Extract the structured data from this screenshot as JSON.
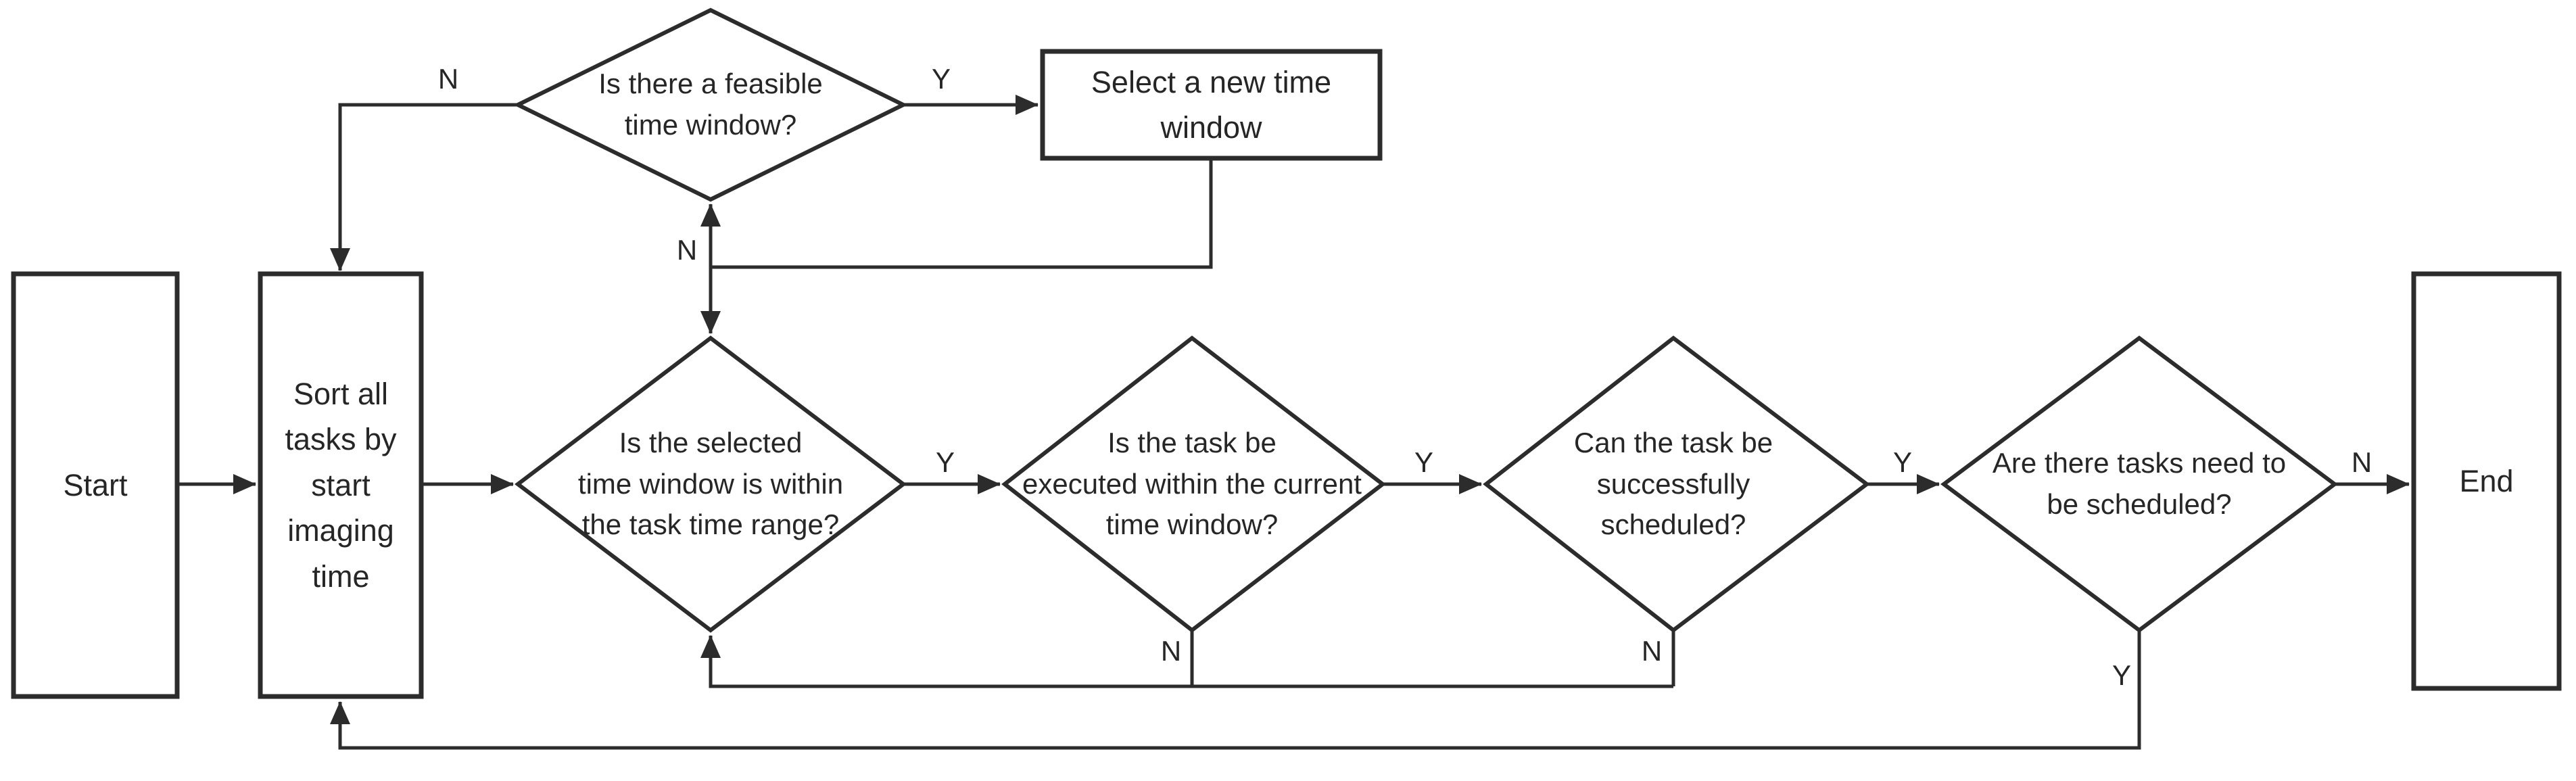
{
  "diagram": {
    "background_color": "#ffffff",
    "line_color": "#2c2c2c",
    "text_color": "#262626"
  },
  "nodes": {
    "start": {
      "shape": "rect",
      "label": "Start"
    },
    "sort_tasks": {
      "shape": "rect",
      "label": "Sort all\ntasks by\nstart\nimaging\ntime"
    },
    "feasible_window": {
      "shape": "diamond",
      "label": "Is there a feasible\ntime window?"
    },
    "select_new_window": {
      "shape": "rect",
      "label": "Select a new time\nwindow"
    },
    "window_in_range": {
      "shape": "diamond",
      "label": "Is the selected\ntime window is within\nthe task time range?"
    },
    "task_executed": {
      "shape": "diamond",
      "label": "Is the task be\nexecuted within the current\ntime window?"
    },
    "task_scheduled": {
      "shape": "diamond",
      "label": "Can the task be\nsuccessfully\nscheduled?"
    },
    "tasks_remaining": {
      "shape": "diamond",
      "label": "Are there tasks need to\nbe scheduled?"
    },
    "end": {
      "shape": "rect",
      "label": "End"
    }
  },
  "edge_labels": {
    "feasible_no": "N",
    "feasible_yes": "Y",
    "range_no": "N",
    "range_yes": "Y",
    "executed_no": "N",
    "executed_yes": "Y",
    "scheduled_no": "N",
    "scheduled_yes": "Y",
    "remaining_no": "N",
    "remaining_yes": "Y"
  }
}
